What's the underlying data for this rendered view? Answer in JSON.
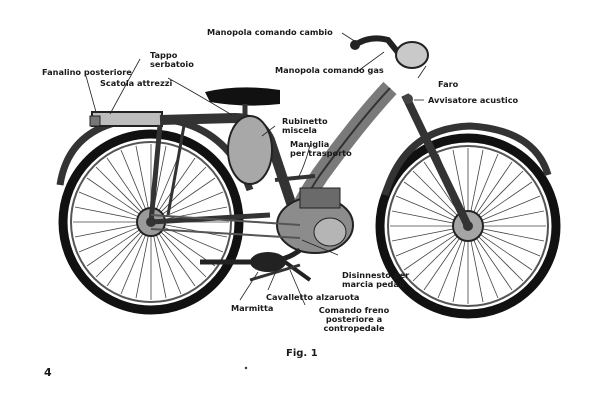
{
  "labels": {
    "manopola_cambio": "Manopola comando cambio",
    "tappo_1": "Tappo",
    "tappo_2": "serbatoio",
    "fanalino": "Fanalino posteriore",
    "scatola": "Scatola attrezzi",
    "manopola_gas": "Manopola comando gas",
    "faro": "Faro",
    "avvisatore": "Avvisatore acustico",
    "rubinetto_1": "Rubinetto",
    "rubinetto_2": "miscela",
    "maniglia_1": "Maniglia",
    "maniglia_2": "per trasporto",
    "disinnesto_1": "Disinnesto per",
    "disinnesto_2": "marcia pedali",
    "cavalletto": "Cavalletto alzaruota",
    "marmitta": "Marmitta",
    "comando_1": "Comando freno",
    "comando_2": "posteriore a",
    "comando_3": "contropedale"
  },
  "caption": "Fig. 1",
  "page_number": "4"
}
